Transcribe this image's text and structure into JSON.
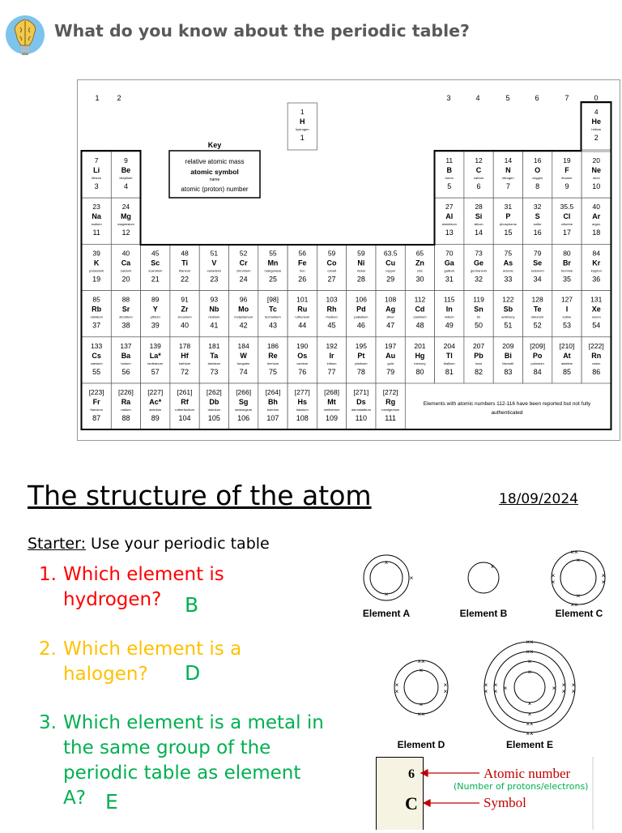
{
  "header": {
    "title": "What do you know about the periodic table?",
    "icon": "brain-lightbulb-icon"
  },
  "periodic_table": {
    "group_labels": {
      "g1": "1",
      "g2": "2",
      "g3": "3",
      "g4": "4",
      "g5": "5",
      "g6": "6",
      "g7": "7",
      "g0": "0"
    },
    "key": {
      "title": "Key",
      "line1": "relative atomic mass",
      "line2": "atomic symbol",
      "line3": "name",
      "line4": "atomic (proton) number"
    },
    "footnote_line1": "Elements with atomic numbers 112-116 have been reported but not fully",
    "footnote_line2": "authenticated",
    "elements": [
      {
        "m": "1",
        "s": "H",
        "n": "hydrogen",
        "z": "1",
        "c": 7,
        "r": 0
      },
      {
        "m": "4",
        "s": "He",
        "n": "helium",
        "z": "2",
        "c": 17,
        "r": 0
      },
      {
        "m": "7",
        "s": "Li",
        "n": "lithium",
        "z": "3",
        "c": 0,
        "r": 1
      },
      {
        "m": "9",
        "s": "Be",
        "n": "beryllium",
        "z": "4",
        "c": 1,
        "r": 1
      },
      {
        "m": "11",
        "s": "B",
        "n": "boron",
        "z": "5",
        "c": 12,
        "r": 1
      },
      {
        "m": "12",
        "s": "C",
        "n": "carbon",
        "z": "6",
        "c": 13,
        "r": 1
      },
      {
        "m": "14",
        "s": "N",
        "n": "nitrogen",
        "z": "7",
        "c": 14,
        "r": 1
      },
      {
        "m": "16",
        "s": "O",
        "n": "oxygen",
        "z": "8",
        "c": 15,
        "r": 1
      },
      {
        "m": "19",
        "s": "F",
        "n": "fluorine",
        "z": "9",
        "c": 16,
        "r": 1
      },
      {
        "m": "20",
        "s": "Ne",
        "n": "neon",
        "z": "10",
        "c": 17,
        "r": 1
      },
      {
        "m": "23",
        "s": "Na",
        "n": "sodium",
        "z": "11",
        "c": 0,
        "r": 2
      },
      {
        "m": "24",
        "s": "Mg",
        "n": "magnesium",
        "z": "12",
        "c": 1,
        "r": 2
      },
      {
        "m": "27",
        "s": "Al",
        "n": "aluminium",
        "z": "13",
        "c": 12,
        "r": 2
      },
      {
        "m": "28",
        "s": "Si",
        "n": "silicon",
        "z": "14",
        "c": 13,
        "r": 2
      },
      {
        "m": "31",
        "s": "P",
        "n": "phosphorus",
        "z": "15",
        "c": 14,
        "r": 2
      },
      {
        "m": "32",
        "s": "S",
        "n": "sulfur",
        "z": "16",
        "c": 15,
        "r": 2
      },
      {
        "m": "35.5",
        "s": "Cl",
        "n": "chlorine",
        "z": "17",
        "c": 16,
        "r": 2
      },
      {
        "m": "40",
        "s": "Ar",
        "n": "argon",
        "z": "18",
        "c": 17,
        "r": 2
      },
      {
        "m": "39",
        "s": "K",
        "n": "potassium",
        "z": "19",
        "c": 0,
        "r": 3
      },
      {
        "m": "40",
        "s": "Ca",
        "n": "calcium",
        "z": "20",
        "c": 1,
        "r": 3
      },
      {
        "m": "45",
        "s": "Sc",
        "n": "scandium",
        "z": "21",
        "c": 2,
        "r": 3
      },
      {
        "m": "48",
        "s": "Ti",
        "n": "titanium",
        "z": "22",
        "c": 3,
        "r": 3
      },
      {
        "m": "51",
        "s": "V",
        "n": "vanadium",
        "z": "23",
        "c": 4,
        "r": 3
      },
      {
        "m": "52",
        "s": "Cr",
        "n": "chromium",
        "z": "24",
        "c": 5,
        "r": 3
      },
      {
        "m": "55",
        "s": "Mn",
        "n": "manganese",
        "z": "25",
        "c": 6,
        "r": 3
      },
      {
        "m": "56",
        "s": "Fe",
        "n": "iron",
        "z": "26",
        "c": 7,
        "r": 3
      },
      {
        "m": "59",
        "s": "Co",
        "n": "cobalt",
        "z": "27",
        "c": 8,
        "r": 3
      },
      {
        "m": "59",
        "s": "Ni",
        "n": "nickel",
        "z": "28",
        "c": 9,
        "r": 3
      },
      {
        "m": "63.5",
        "s": "Cu",
        "n": "copper",
        "z": "29",
        "c": 10,
        "r": 3
      },
      {
        "m": "65",
        "s": "Zn",
        "n": "zinc",
        "z": "30",
        "c": 11,
        "r": 3
      },
      {
        "m": "70",
        "s": "Ga",
        "n": "gallium",
        "z": "31",
        "c": 12,
        "r": 3
      },
      {
        "m": "73",
        "s": "Ge",
        "n": "germanium",
        "z": "32",
        "c": 13,
        "r": 3
      },
      {
        "m": "75",
        "s": "As",
        "n": "arsenic",
        "z": "33",
        "c": 14,
        "r": 3
      },
      {
        "m": "79",
        "s": "Se",
        "n": "selenium",
        "z": "34",
        "c": 15,
        "r": 3
      },
      {
        "m": "80",
        "s": "Br",
        "n": "bromine",
        "z": "35",
        "c": 16,
        "r": 3
      },
      {
        "m": "84",
        "s": "Kr",
        "n": "krypton",
        "z": "36",
        "c": 17,
        "r": 3
      },
      {
        "m": "85",
        "s": "Rb",
        "n": "rubidium",
        "z": "37",
        "c": 0,
        "r": 4
      },
      {
        "m": "88",
        "s": "Sr",
        "n": "strontium",
        "z": "38",
        "c": 1,
        "r": 4
      },
      {
        "m": "89",
        "s": "Y",
        "n": "yttrium",
        "z": "39",
        "c": 2,
        "r": 4
      },
      {
        "m": "91",
        "s": "Zr",
        "n": "zirconium",
        "z": "40",
        "c": 3,
        "r": 4
      },
      {
        "m": "93",
        "s": "Nb",
        "n": "niobium",
        "z": "41",
        "c": 4,
        "r": 4
      },
      {
        "m": "96",
        "s": "Mo",
        "n": "molybdenum",
        "z": "42",
        "c": 5,
        "r": 4
      },
      {
        "m": "[98]",
        "s": "Tc",
        "n": "technetium",
        "z": "43",
        "c": 6,
        "r": 4
      },
      {
        "m": "101",
        "s": "Ru",
        "n": "ruthenium",
        "z": "44",
        "c": 7,
        "r": 4
      },
      {
        "m": "103",
        "s": "Rh",
        "n": "rhodium",
        "z": "45",
        "c": 8,
        "r": 4
      },
      {
        "m": "106",
        "s": "Pd",
        "n": "palladium",
        "z": "46",
        "c": 9,
        "r": 4
      },
      {
        "m": "108",
        "s": "Ag",
        "n": "silver",
        "z": "47",
        "c": 10,
        "r": 4
      },
      {
        "m": "112",
        "s": "Cd",
        "n": "cadmium",
        "z": "48",
        "c": 11,
        "r": 4
      },
      {
        "m": "115",
        "s": "In",
        "n": "indium",
        "z": "49",
        "c": 12,
        "r": 4
      },
      {
        "m": "119",
        "s": "Sn",
        "n": "tin",
        "z": "50",
        "c": 13,
        "r": 4
      },
      {
        "m": "122",
        "s": "Sb",
        "n": "antimony",
        "z": "51",
        "c": 14,
        "r": 4
      },
      {
        "m": "128",
        "s": "Te",
        "n": "tellurium",
        "z": "52",
        "c": 15,
        "r": 4
      },
      {
        "m": "127",
        "s": "I",
        "n": "iodine",
        "z": "53",
        "c": 16,
        "r": 4
      },
      {
        "m": "131",
        "s": "Xe",
        "n": "xenon",
        "z": "54",
        "c": 17,
        "r": 4
      },
      {
        "m": "133",
        "s": "Cs",
        "n": "caesium",
        "z": "55",
        "c": 0,
        "r": 5
      },
      {
        "m": "137",
        "s": "Ba",
        "n": "barium",
        "z": "56",
        "c": 1,
        "r": 5
      },
      {
        "m": "139",
        "s": "La*",
        "n": "lanthanum",
        "z": "57",
        "c": 2,
        "r": 5
      },
      {
        "m": "178",
        "s": "Hf",
        "n": "hafnium",
        "z": "72",
        "c": 3,
        "r": 5
      },
      {
        "m": "181",
        "s": "Ta",
        "n": "tantalum",
        "z": "73",
        "c": 4,
        "r": 5
      },
      {
        "m": "184",
        "s": "W",
        "n": "tungsten",
        "z": "74",
        "c": 5,
        "r": 5
      },
      {
        "m": "186",
        "s": "Re",
        "n": "rhenium",
        "z": "75",
        "c": 6,
        "r": 5
      },
      {
        "m": "190",
        "s": "Os",
        "n": "osmium",
        "z": "76",
        "c": 7,
        "r": 5
      },
      {
        "m": "192",
        "s": "Ir",
        "n": "iridium",
        "z": "77",
        "c": 8,
        "r": 5
      },
      {
        "m": "195",
        "s": "Pt",
        "n": "platinum",
        "z": "78",
        "c": 9,
        "r": 5
      },
      {
        "m": "197",
        "s": "Au",
        "n": "gold",
        "z": "79",
        "c": 10,
        "r": 5
      },
      {
        "m": "201",
        "s": "Hg",
        "n": "mercury",
        "z": "80",
        "c": 11,
        "r": 5
      },
      {
        "m": "204",
        "s": "Tl",
        "n": "thallium",
        "z": "81",
        "c": 12,
        "r": 5
      },
      {
        "m": "207",
        "s": "Pb",
        "n": "lead",
        "z": "82",
        "c": 13,
        "r": 5
      },
      {
        "m": "209",
        "s": "Bi",
        "n": "bismuth",
        "z": "83",
        "c": 14,
        "r": 5
      },
      {
        "m": "[209]",
        "s": "Po",
        "n": "polonium",
        "z": "84",
        "c": 15,
        "r": 5
      },
      {
        "m": "[210]",
        "s": "At",
        "n": "astatine",
        "z": "85",
        "c": 16,
        "r": 5
      },
      {
        "m": "[222]",
        "s": "Rn",
        "n": "radon",
        "z": "86",
        "c": 17,
        "r": 5
      },
      {
        "m": "[223]",
        "s": "Fr",
        "n": "francium",
        "z": "87",
        "c": 0,
        "r": 6
      },
      {
        "m": "[226]",
        "s": "Ra",
        "n": "radium",
        "z": "88",
        "c": 1,
        "r": 6
      },
      {
        "m": "[227]",
        "s": "Ac*",
        "n": "actinium",
        "z": "89",
        "c": 2,
        "r": 6
      },
      {
        "m": "[261]",
        "s": "Rf",
        "n": "rutherfordium",
        "z": "104",
        "c": 3,
        "r": 6
      },
      {
        "m": "[262]",
        "s": "Db",
        "n": "dubnium",
        "z": "105",
        "c": 4,
        "r": 6
      },
      {
        "m": "[266]",
        "s": "Sg",
        "n": "seaborgium",
        "z": "106",
        "c": 5,
        "r": 6
      },
      {
        "m": "[264]",
        "s": "Bh",
        "n": "bohrium",
        "z": "107",
        "c": 6,
        "r": 6
      },
      {
        "m": "[277]",
        "s": "Hs",
        "n": "hassium",
        "z": "108",
        "c": 7,
        "r": 6
      },
      {
        "m": "[268]",
        "s": "Mt",
        "n": "meitnerium",
        "z": "109",
        "c": 8,
        "r": 6
      },
      {
        "m": "[271]",
        "s": "Ds",
        "n": "darmstadtium",
        "z": "110",
        "c": 9,
        "r": 6
      },
      {
        "m": "[272]",
        "s": "Rg",
        "n": "roentgenium",
        "z": "111",
        "c": 10,
        "r": 6
      }
    ]
  },
  "lesson": {
    "title": "The structure of the atom",
    "date": "18/09/2024",
    "starter_label": "Starter:",
    "starter_text": " Use your periodic table"
  },
  "questions": [
    {
      "num": "1.",
      "line1": "Which element is",
      "line2": "hydrogen?",
      "answer": "B",
      "color": "#FF0000"
    },
    {
      "num": "2.",
      "line1": "Which element is a",
      "line2": "halogen?",
      "answer": "D",
      "color": "#FFC000"
    },
    {
      "num": "3.",
      "line1": "Which element is a metal in",
      "line2": "the same group of the",
      "line3": "periodic table as element",
      "line4": "A?",
      "answer": "E",
      "color": "#00B050"
    }
  ],
  "atoms": {
    "a": "Element A",
    "b": "Element B",
    "c": "Element C",
    "d": "Element D",
    "e": "Element E"
  },
  "element_box": {
    "number": "6",
    "symbol": "C",
    "number_label": "Atomic number",
    "number_sublabel": "(Number of protons/electrons)",
    "symbol_label": "Symbol",
    "label_color": "#C00000",
    "sublabel_color": "#00B050"
  }
}
